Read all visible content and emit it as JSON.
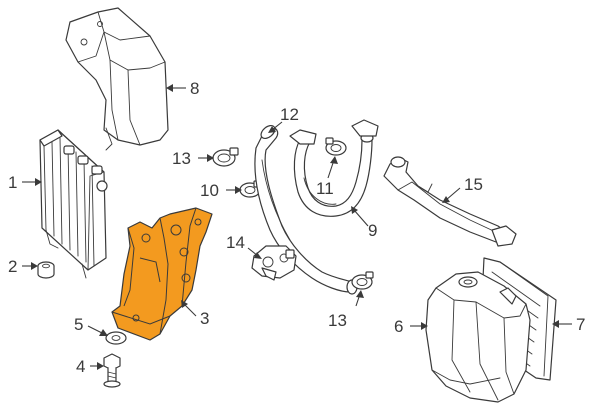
{
  "diagram": {
    "highlight_color": "#f39a1f",
    "line_color": "#3a3a3a",
    "callouts": [
      {
        "id": "c1",
        "label": "1"
      },
      {
        "id": "c2",
        "label": "2"
      },
      {
        "id": "c3",
        "label": "3"
      },
      {
        "id": "c4",
        "label": "4"
      },
      {
        "id": "c5",
        "label": "5"
      },
      {
        "id": "c6",
        "label": "6"
      },
      {
        "id": "c7",
        "label": "7"
      },
      {
        "id": "c8",
        "label": "8"
      },
      {
        "id": "c9",
        "label": "9"
      },
      {
        "id": "c10",
        "label": "10"
      },
      {
        "id": "c11",
        "label": "11"
      },
      {
        "id": "c12",
        "label": "12"
      },
      {
        "id": "c13a",
        "label": "13"
      },
      {
        "id": "c13b",
        "label": "13"
      },
      {
        "id": "c14",
        "label": "14"
      },
      {
        "id": "c15",
        "label": "15"
      }
    ]
  }
}
